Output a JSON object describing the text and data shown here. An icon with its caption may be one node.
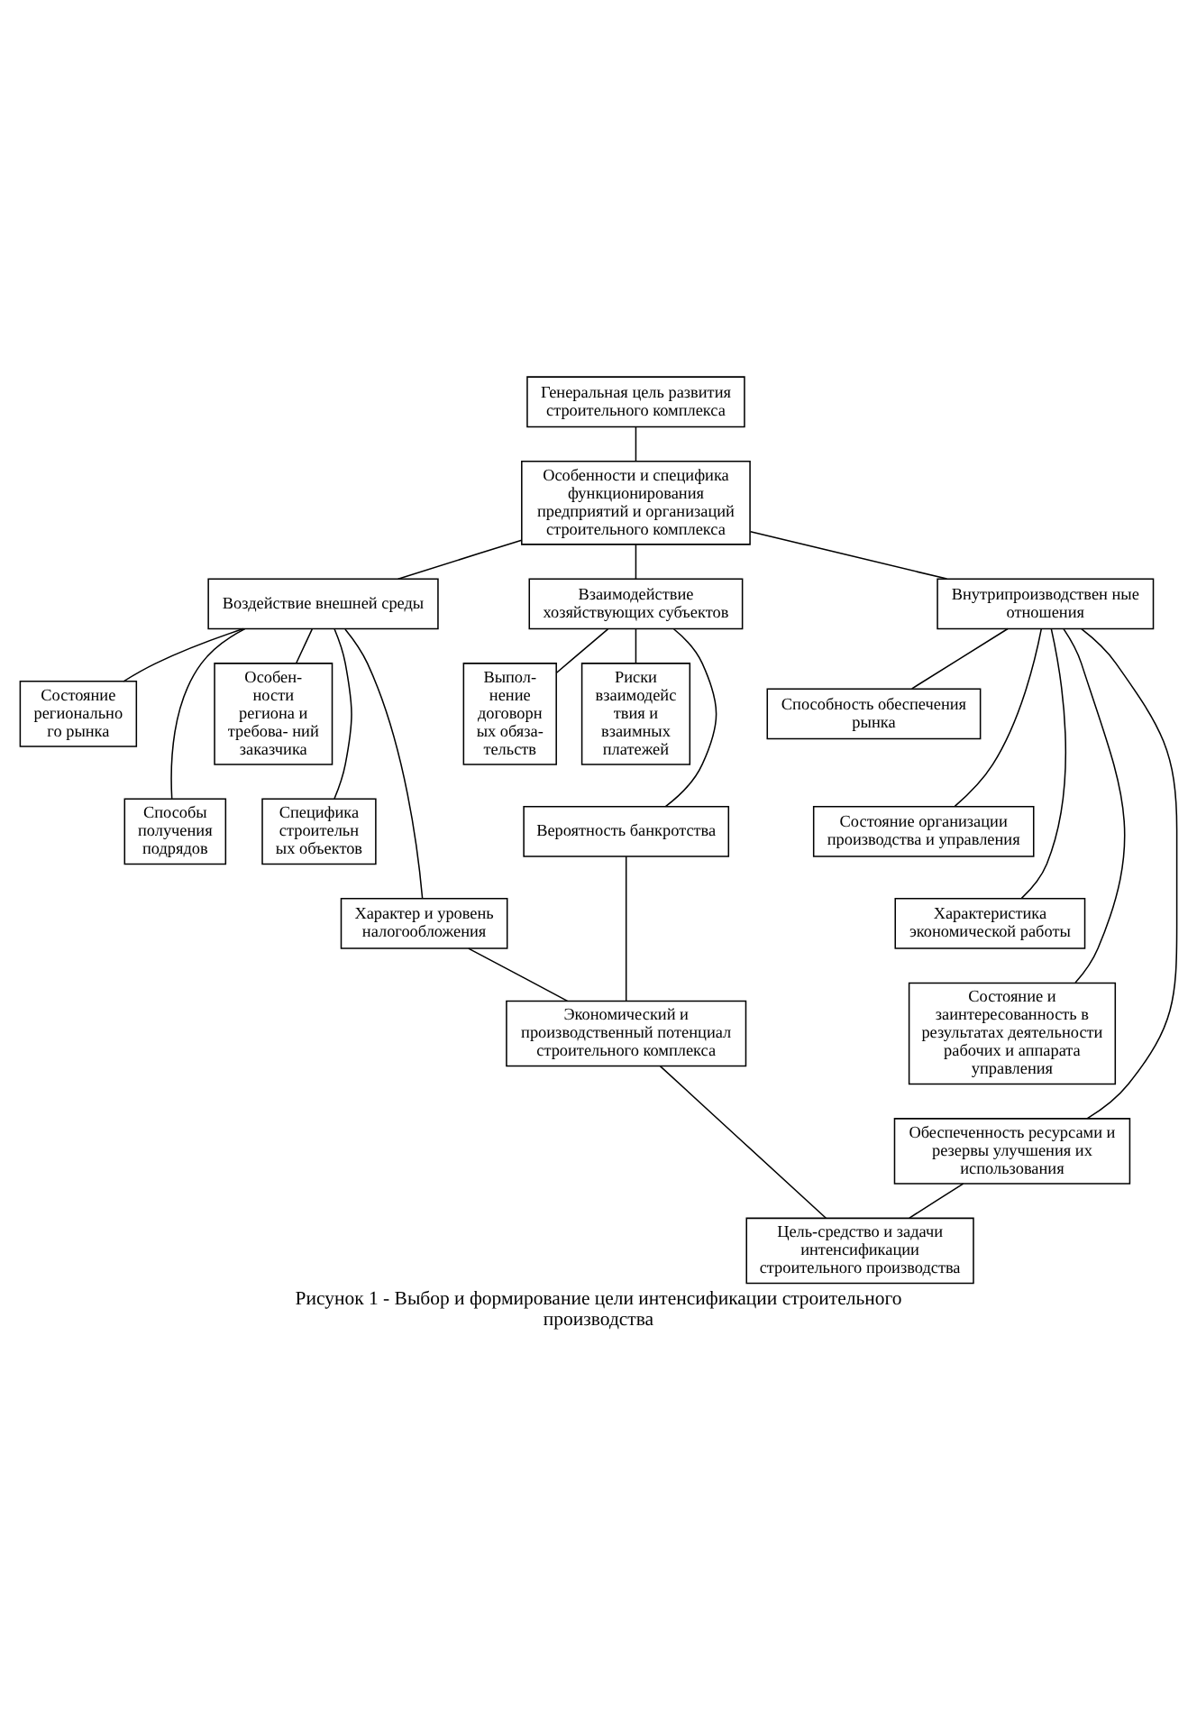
{
  "diagram": {
    "caption": "Рисунок 1 - Выбор и формирование цели интенсификации строительного производства",
    "nodes": [
      {
        "text": [
          "Генеральная цель развития строительного комплекса"
        ]
      },
      {
        "text": [
          "Особенности и специфика функционирования предприятий и организаций строительного комплекса"
        ]
      },
      {
        "text": [
          "Воздействие внешней среды"
        ]
      },
      {
        "text": [
          "Взаимодействие хозяйствующих субъектов"
        ]
      },
      {
        "text": [
          "Внутрипроизводствен ные отношения"
        ]
      },
      {
        "text": [
          "Состояние регионально го рынка"
        ]
      },
      {
        "text": [
          "Особен- ности региона и требова- ний заказчика"
        ]
      },
      {
        "text": [
          "Способы получения подрядов"
        ]
      },
      {
        "text": [
          "Специфика строительн ых объектов"
        ]
      },
      {
        "text": [
          "Характер и уровень налогообложения"
        ]
      },
      {
        "text": [
          "Выпол- нение договорн ых обяза- тельств"
        ]
      },
      {
        "text": [
          "Риски взаимодейс твия и взаимных платежей"
        ]
      },
      {
        "text": [
          "Вероятность банкротства"
        ]
      },
      {
        "text": [
          "Экономический и производственный потенциал строительного комплекса"
        ]
      },
      {
        "text": [
          "Способность обеспечения рынка"
        ]
      },
      {
        "text": [
          "Состояние организации производства и управления"
        ]
      },
      {
        "text": [
          "Характеристика экономической работы"
        ]
      },
      {
        "text": [
          "Состояние и заинтересованность в результатах деятельности рабочих и аппарата управления"
        ]
      },
      {
        "text": [
          "Обеспеченность ресурсами и резервы улучшения их использования"
        ]
      },
      {
        "text": [
          "Цель-средство и задачи интенсификации строительного производства"
        ]
      }
    ],
    "edges": [
      {
        "from": 0,
        "to": 1,
        "arrow": "none"
      },
      {
        "from": 1,
        "to": 2,
        "arrow": "none"
      },
      {
        "from": 1,
        "to": 3,
        "arrow": "none"
      },
      {
        "from": 1,
        "to": 4,
        "arrow": "none"
      },
      {
        "from": 2,
        "to": 5,
        "arrow": "none"
      },
      {
        "from": 2,
        "to": 6,
        "arrow": "none"
      },
      {
        "from": 2,
        "to": 7,
        "arrow": "none"
      },
      {
        "from": 2,
        "to": 8,
        "arrow": "none"
      },
      {
        "from": 2,
        "to": 9,
        "arrow": "none"
      },
      {
        "from": 3,
        "to": 10,
        "arrow": "none"
      },
      {
        "from": 3,
        "to": 11,
        "arrow": "none"
      },
      {
        "from": 3,
        "to": 12,
        "arrow": "none"
      },
      {
        "from": 12,
        "to": 13,
        "arrow": "none"
      },
      {
        "from": 9,
        "to": 13,
        "arrow": "none"
      },
      {
        "from": 4,
        "to": 14,
        "arrow": "none"
      },
      {
        "from": 4,
        "to": 15,
        "arrow": "none"
      },
      {
        "from": 4,
        "to": 16,
        "arrow": "none"
      },
      {
        "from": 4,
        "to": 17,
        "arrow": "none"
      },
      {
        "from": 4,
        "to": 18,
        "arrow": "none"
      },
      {
        "from": 13,
        "to": 19,
        "arrow": "none"
      },
      {
        "from": 18,
        "to": 19,
        "arrow": "none"
      }
    ]
  }
}
